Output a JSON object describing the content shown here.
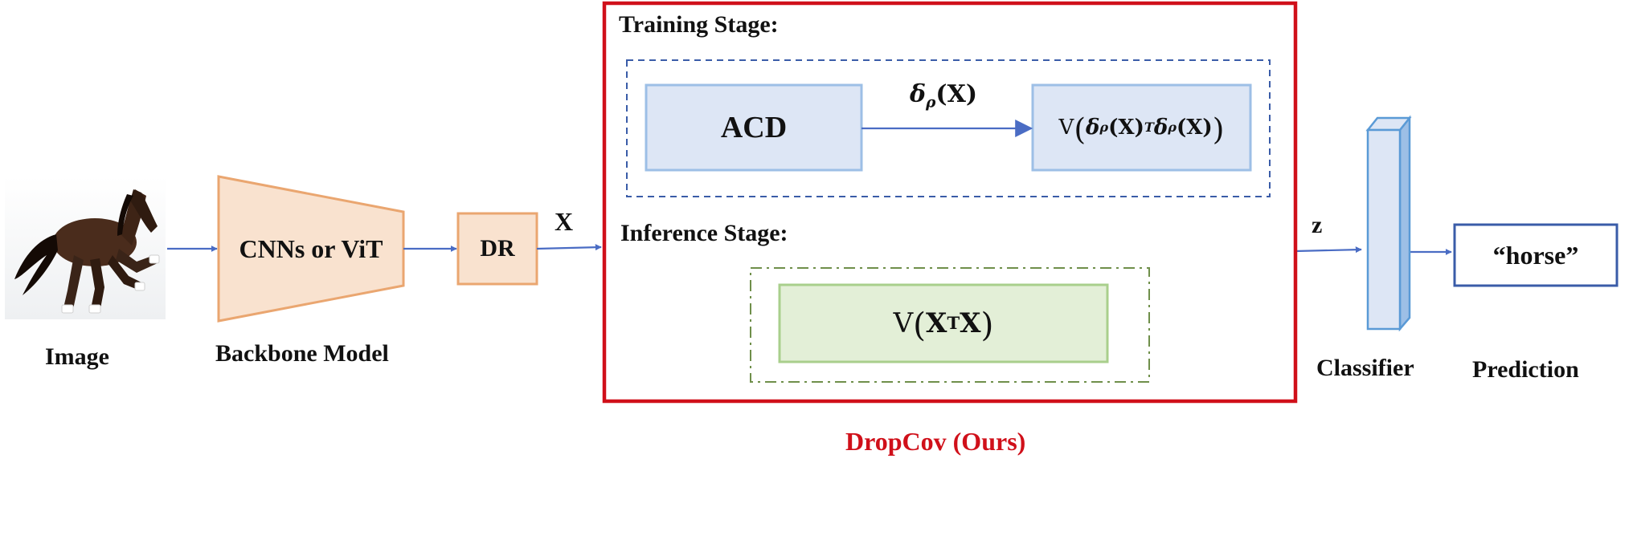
{
  "image_caption": "Image",
  "backbone": {
    "text": "CNNs or ViT",
    "caption": "Backbone Model"
  },
  "dr_label": "DR",
  "x_label": "X",
  "dropcov": {
    "caption": "DropCov (Ours)",
    "training_title": "Training Stage:",
    "inference_title": "Inference Stage:",
    "acd_label": "ACD",
    "arrow_label": {
      "delta": "δ",
      "sub": "ρ",
      "arg": "(X)"
    },
    "train_formula": {
      "V": "V",
      "delta": "δ",
      "sub": "ρ",
      "arg": "(X)",
      "T": "T"
    },
    "infer_formula": {
      "V": "V",
      "X": "X",
      "T": "T"
    }
  },
  "z_label": "z",
  "classifier_caption": "Classifier",
  "prediction": {
    "text": "“horse”",
    "caption": "Prediction"
  },
  "colors": {
    "dropcov_red": "#d0101a",
    "arrow_blue": "#4a6cc4",
    "orange_fill": "#f9e2cf",
    "orange_stroke": "#eaa670",
    "blue_fill": "#dde6f5",
    "blue_stroke": "#9dbfe6",
    "green_fill": "#e3efd7",
    "green_stroke": "#a9cf8c",
    "pred_stroke": "#3a5ca8"
  },
  "icons": [
    "horse-image",
    "classifier-block-icon"
  ]
}
